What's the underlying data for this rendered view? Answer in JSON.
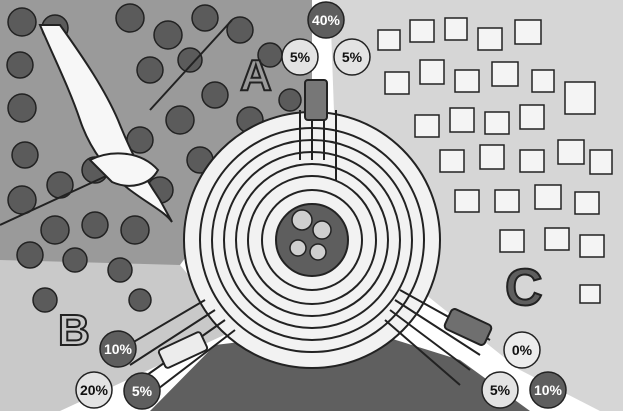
{
  "zones": {
    "a": "A",
    "b": "B",
    "c": "C"
  },
  "badges": {
    "top_center": "40%",
    "top_left": "5%",
    "top_right": "5%",
    "left_upper": "10%",
    "left_lower": "20%",
    "left_bottom": "5%",
    "right_upper": "0%",
    "right_lower": "5%",
    "right_bottom": "10%"
  },
  "colors": {
    "badge_dark": "#5e5e5e",
    "badge_light": "#e3e3e3",
    "road": "#a9a9a9",
    "lawn": "#c8c8c8",
    "forest": "#9a9a9a",
    "tree": "#5b5b5b",
    "town": "#d7d7d7",
    "house": "#f4f4f4"
  }
}
